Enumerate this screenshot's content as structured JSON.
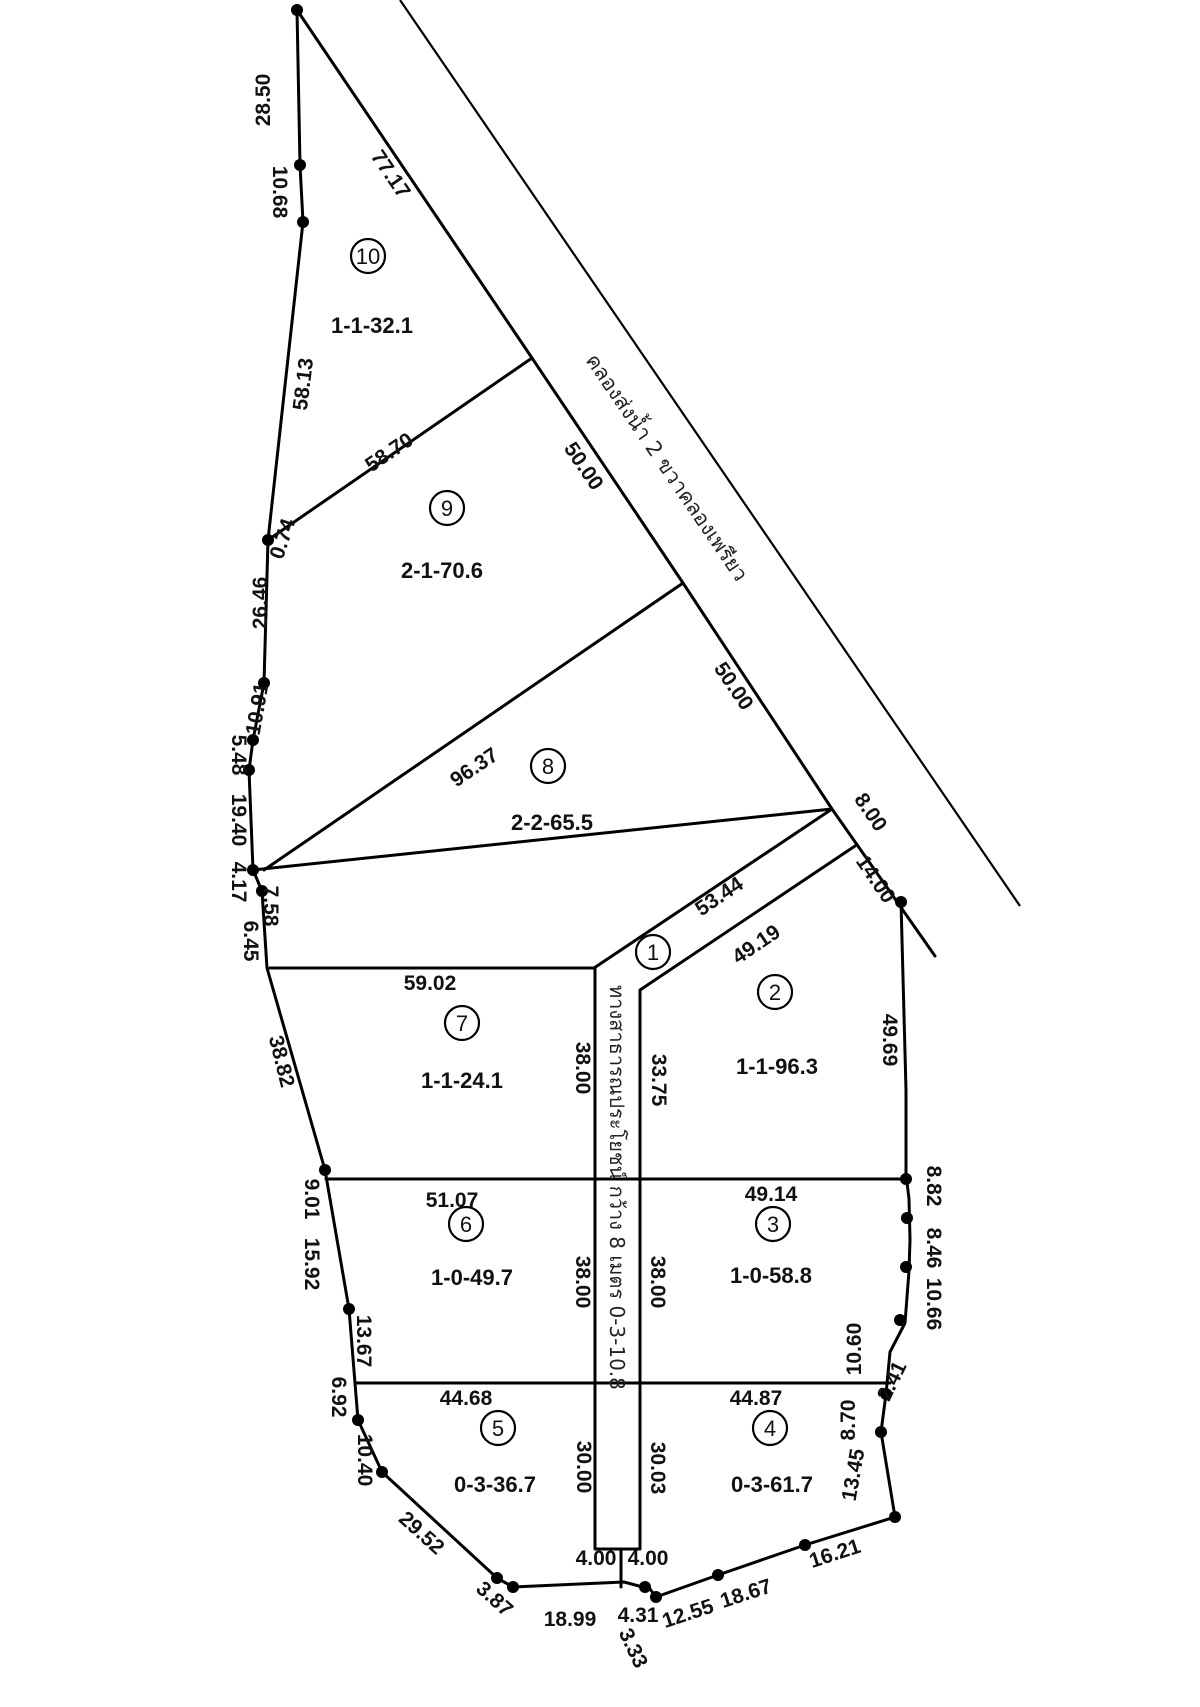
{
  "canal_label": "คลองส่งน้ำ 2 ขวาคลองเพรียว",
  "road_label": "ทางสาธารณประโยชน์ กว้าง 8 เมตร 0-3-10.8",
  "parcels": [
    {
      "number": "1"
    },
    {
      "number": "2",
      "area": "1-1-96.3"
    },
    {
      "number": "3",
      "area": "1-0-58.8"
    },
    {
      "number": "4",
      "area": "0-3-61.7"
    },
    {
      "number": "5",
      "area": "0-3-36.7"
    },
    {
      "number": "6",
      "area": "1-0-49.7"
    },
    {
      "number": "7",
      "area": "1-1-24.1"
    },
    {
      "number": "8",
      "area": "2-2-65.5"
    },
    {
      "number": "9",
      "area": "2-1-70.6"
    },
    {
      "number": "10",
      "area": "1-1-32.1"
    }
  ],
  "dimensions": {
    "d28_50": "28.50",
    "d10_68": "10.68",
    "d77_17": "77.17",
    "d58_13": "58.13",
    "d58_70": "58.70",
    "d50_00a": "50.00",
    "d0_74": "0.74",
    "d26_46": "26.46",
    "d50_00b": "50.00",
    "d10_91": "10.91",
    "d5_48": "5.48",
    "d96_37": "96.37",
    "d19_40": "19.40",
    "d4_17": "4.17",
    "d8_00": "8.00",
    "d7_58": "7.58",
    "d14_00": "14.00",
    "d53_44": "53.44",
    "d6_45": "6.45",
    "d49_19": "49.19",
    "d59_02": "59.02",
    "d49_69": "49.69",
    "d38_00a": "38.00",
    "d33_75": "33.75",
    "d38_82": "38.82",
    "d8_82": "8.82",
    "d8_46": "8.46",
    "d51_07": "51.07",
    "d49_14": "49.14",
    "d9_01": "9.01",
    "d15_92": "15.92",
    "d38_00b": "38.00",
    "d38_00c": "38.00",
    "d10_66": "10.66",
    "d13_67": "13.67",
    "d10_60": "10.60",
    "d2_41": "2.41",
    "d44_68": "44.68",
    "d44_87": "44.87",
    "d6_92": "6.92",
    "d10_40": "10.40",
    "d8_70": "8.70",
    "d30_00": "30.00",
    "d30_03": "30.03",
    "d13_45": "13.45",
    "d29_52": "29.52",
    "d16_21": "16.21",
    "d4_00a": "4.00",
    "d4_00b": "4.00",
    "d18_67": "18.67",
    "d3_87": "3.87",
    "d18_99": "18.99",
    "d4_31": "4.31",
    "d12_55": "12.55",
    "d3_33": "3.33"
  }
}
